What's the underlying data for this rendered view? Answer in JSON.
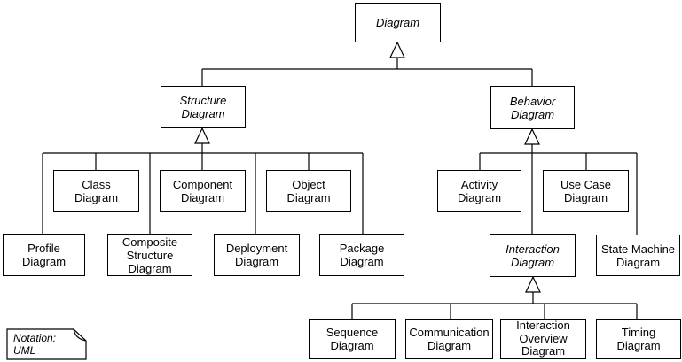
{
  "diagram_kind": "UML diagram taxonomy (generalization hierarchy)",
  "colors": {
    "line": "#000000",
    "box_fill": "#ffffff",
    "background": "#ffffff",
    "text": "#000000"
  },
  "nodes": {
    "diagram": {
      "label": "Diagram",
      "abstract": true
    },
    "structure": {
      "label": "Structure\nDiagram",
      "abstract": true
    },
    "behavior": {
      "label": "Behavior\nDiagram",
      "abstract": true
    },
    "class": {
      "label": "Class\nDiagram",
      "abstract": false
    },
    "component": {
      "label": "Component\nDiagram",
      "abstract": false
    },
    "object": {
      "label": "Object\nDiagram",
      "abstract": false
    },
    "activity": {
      "label": "Activity\nDiagram",
      "abstract": false
    },
    "use_case": {
      "label": "Use Case\nDiagram",
      "abstract": false
    },
    "profile": {
      "label": "Profile\nDiagram",
      "abstract": false
    },
    "composite": {
      "label": "Composite\nStructure\nDiagram",
      "abstract": false
    },
    "deployment": {
      "label": "Deployment\nDiagram",
      "abstract": false
    },
    "package": {
      "label": "Package\nDiagram",
      "abstract": false
    },
    "interaction": {
      "label": "Interaction\nDiagram",
      "abstract": true
    },
    "state_machine": {
      "label": "State Machine\nDiagram",
      "abstract": false
    },
    "sequence": {
      "label": "Sequence\nDiagram",
      "abstract": false
    },
    "communication": {
      "label": "Communication\nDiagram",
      "abstract": false
    },
    "interaction_overview": {
      "label": "Interaction\nOverview\nDiagram",
      "abstract": false
    },
    "timing": {
      "label": "Timing\nDiagram",
      "abstract": false
    }
  },
  "relationships": [
    {
      "type": "generalization",
      "parent": "Diagram",
      "children": [
        "Structure Diagram",
        "Behavior Diagram"
      ]
    },
    {
      "type": "generalization",
      "parent": "Structure Diagram",
      "children": [
        "Class Diagram",
        "Component Diagram",
        "Object Diagram",
        "Profile Diagram",
        "Composite Structure Diagram",
        "Deployment Diagram",
        "Package Diagram"
      ]
    },
    {
      "type": "generalization",
      "parent": "Behavior Diagram",
      "children": [
        "Activity Diagram",
        "Use Case Diagram",
        "Interaction Diagram",
        "State Machine Diagram"
      ]
    },
    {
      "type": "generalization",
      "parent": "Interaction Diagram",
      "children": [
        "Sequence Diagram",
        "Communication Diagram",
        "Interaction Overview Diagram",
        "Timing Diagram"
      ]
    }
  ],
  "note": {
    "text": "Notation: UML"
  }
}
